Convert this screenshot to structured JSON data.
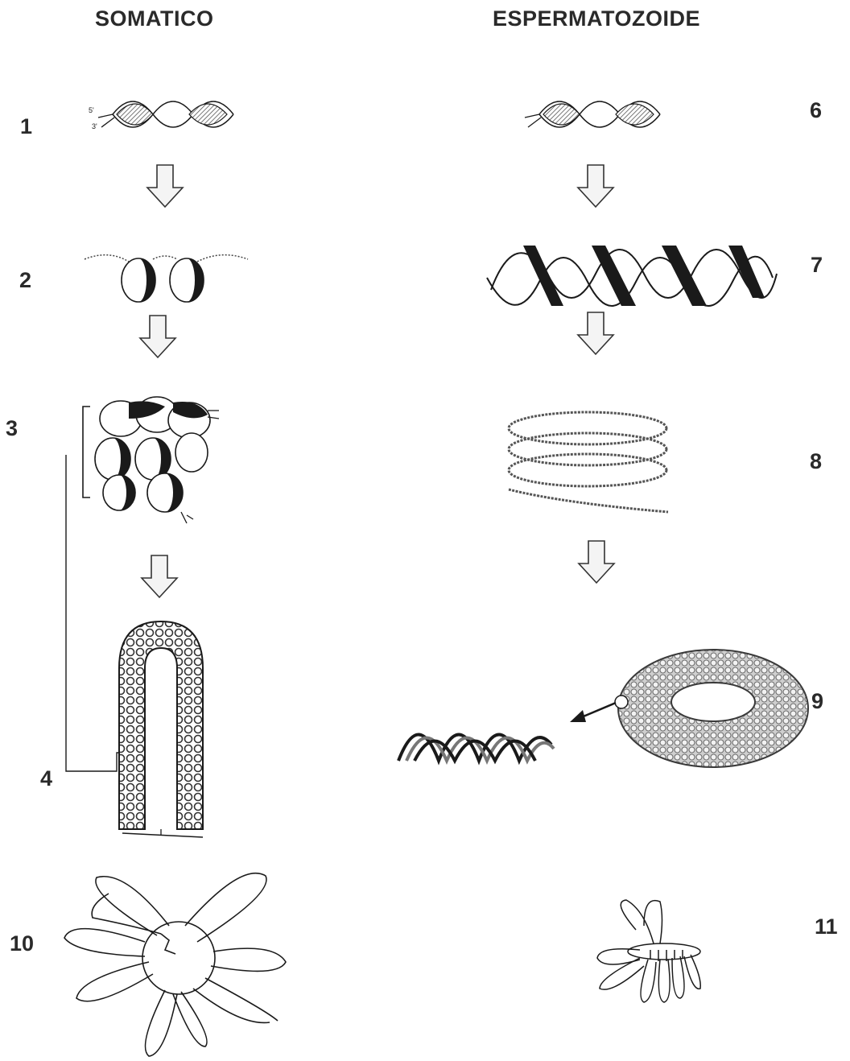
{
  "headings": {
    "somatic": "SOMATICO",
    "sperm": "ESPERMATOZOIDE"
  },
  "labels": {
    "n1": "1",
    "n2": "2",
    "n3": "3",
    "n4": "4",
    "n6": "6",
    "n7": "7",
    "n8": "8",
    "n9": "9",
    "n10": "10",
    "n11": "11"
  },
  "strand_ends": {
    "five_prime": "5'",
    "three_prime": "3'"
  },
  "colors": {
    "ink": "#1a1a1a",
    "arrow_fill": "#f4f4f4",
    "hatch": "#555555",
    "toroid": "#8a8a8a"
  }
}
